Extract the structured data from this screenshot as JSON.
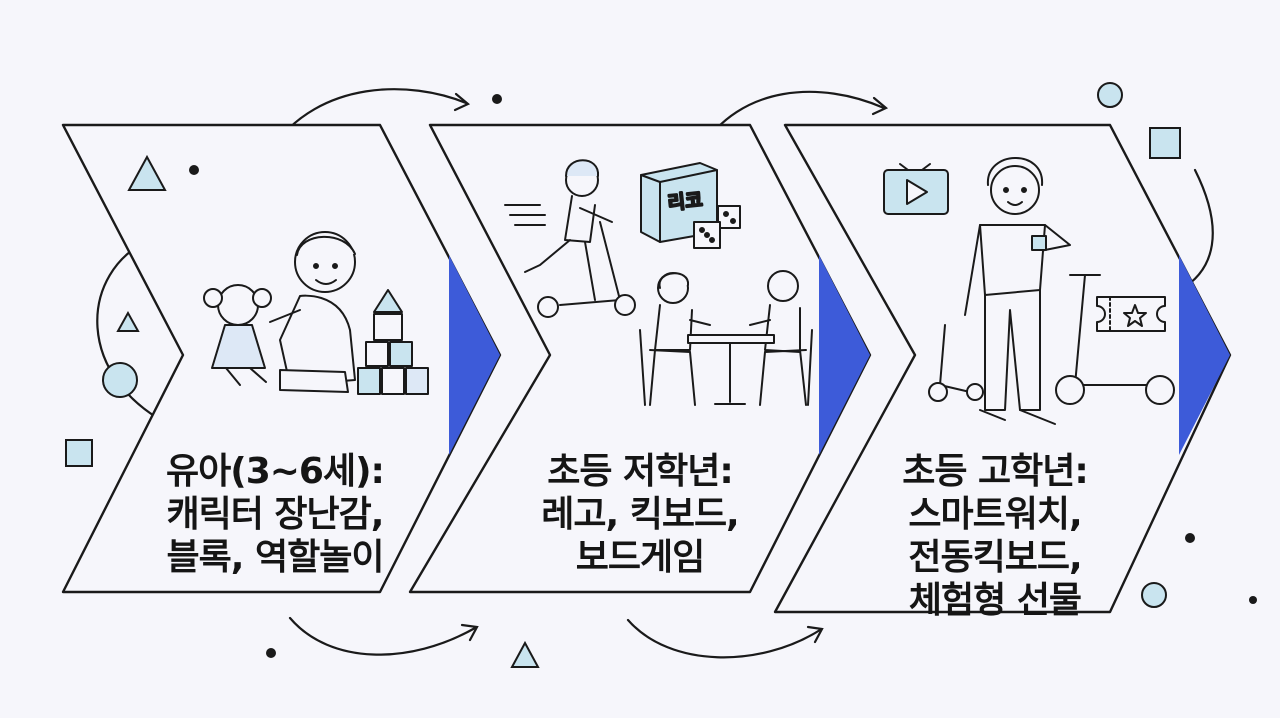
{
  "colors": {
    "background": "#f6f6fb",
    "outline": "#1a1a1a",
    "accent_blue": "#3d5bd9",
    "light_blue": "#c9e4ef",
    "pale_blue": "#dde8f6"
  },
  "stages": [
    {
      "lines": [
        "유아(3~6세):",
        "캐릭터 장난감,",
        "블록, 역할놀이"
      ],
      "icons": [
        "child-icon",
        "doll-icon",
        "blocks-icon"
      ]
    },
    {
      "lines": [
        "초등 저학년:",
        "레고, 킥보드,",
        "보드게임"
      ],
      "icons": [
        "scooter-kid-icon",
        "game-box-icon",
        "dice-icon",
        "board-game-table-icon"
      ],
      "box_label": "리코"
    },
    {
      "lines": [
        "초등 고학년:",
        "스마트워치,",
        "전동킥보드,",
        "체험형 선물"
      ],
      "icons": [
        "tv-icon",
        "smartwatch-boy-icon",
        "scooter-icon",
        "ticket-icon",
        "electric-scooter-icon"
      ]
    }
  ]
}
